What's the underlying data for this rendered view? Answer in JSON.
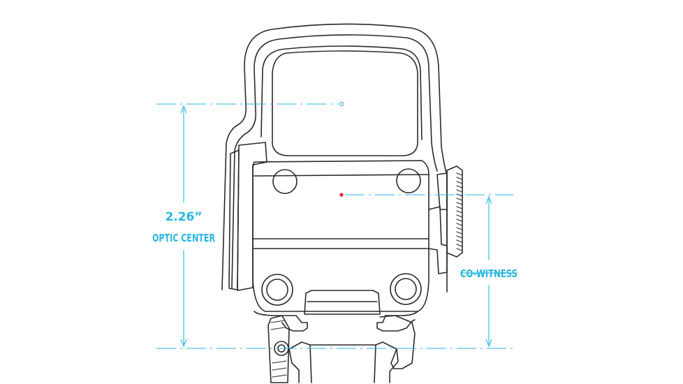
{
  "diagram": {
    "height_value": "2.26”",
    "height_label": "OPTIC CENTER",
    "cowitness_label": "CO-WITNESS",
    "colors": {
      "dimension": "#29b6e0",
      "outline": "#2a2a2a",
      "aiming_dot": "#e8202a"
    }
  }
}
